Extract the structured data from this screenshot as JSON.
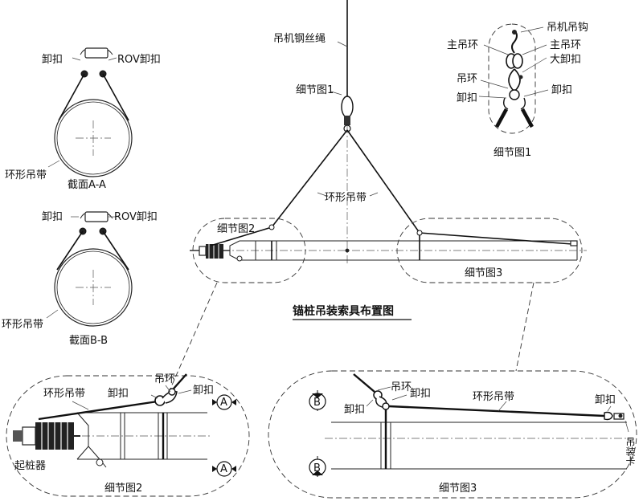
{
  "diagram": {
    "main_title": "锚桩吊装索具布置图",
    "crane_wire": "吊机钢丝绳",
    "sling": "环形吊带",
    "detail1_ref": "细节图1",
    "detail2_ref": "细节图2",
    "detail3_ref": "细节图3"
  },
  "section_a": {
    "shackle": "卸扣",
    "rov_shackle": "ROV卸扣",
    "sling": "环形吊带",
    "caption": "截面A-A"
  },
  "section_b": {
    "shackle": "卸扣",
    "rov_shackle": "ROV卸扣",
    "sling": "环形吊带",
    "caption": "截面B-B"
  },
  "detail1": {
    "hook": "吊机吊钩",
    "main_ring_left": "主吊环",
    "main_ring_right": "主吊环",
    "big_shackle": "大卸扣",
    "ring": "吊环",
    "shackle_left": "卸扣",
    "shackle_right": "卸扣",
    "caption": "细节图1"
  },
  "detail2": {
    "sling": "环形吊带",
    "ring": "吊环",
    "shackle_left": "卸扣",
    "shackle_right": "卸扣",
    "pile_puller": "起桩器",
    "marker_letter": "A",
    "caption": "细节图2"
  },
  "detail3": {
    "ring": "吊环",
    "shackle_left": "卸扣",
    "shackle_mid": "卸扣",
    "sling": "环形吊带",
    "shackle_end": "卸扣",
    "clamp": "吊装卡",
    "marker_letter": "B",
    "caption": "细节图3"
  }
}
